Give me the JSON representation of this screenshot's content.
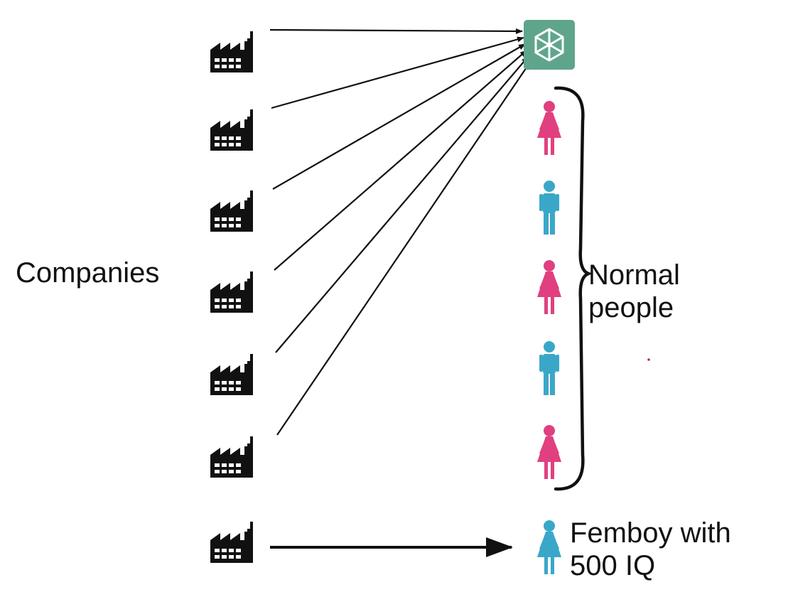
{
  "labels": {
    "companies": "Companies",
    "normal_people": [
      "Normal",
      "people"
    ],
    "femboy": [
      "Femboy with",
      "500 IQ"
    ]
  },
  "colors": {
    "ink": "#111111",
    "ai_logo_bg": "#5fa58c",
    "woman": "#e0407f",
    "man": "#3aa7c9"
  },
  "icons": {
    "company": "factory-icon",
    "ai": "chatgpt-logo-icon",
    "woman": "woman-icon",
    "man": "man-icon",
    "femboy": "femboy-icon"
  },
  "normal_people": [
    "woman",
    "man",
    "woman",
    "man",
    "woman"
  ]
}
